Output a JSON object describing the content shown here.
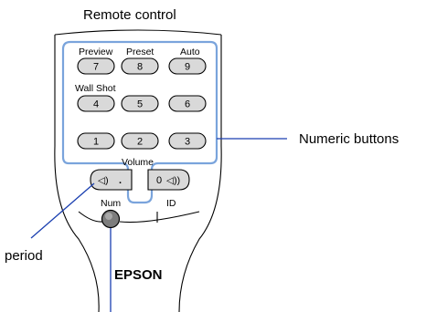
{
  "title": "Remote control",
  "callouts": {
    "numeric": "Numeric buttons",
    "period": "period"
  },
  "row1_labels": [
    "Preview",
    "Preset",
    "Auto"
  ],
  "row1_keys": [
    "7",
    "8",
    "9"
  ],
  "row2_labels": [
    "Wall Shot"
  ],
  "row2_keys": [
    "4",
    "5",
    "6"
  ],
  "row3_keys": [
    "1",
    "2",
    "3"
  ],
  "volume": {
    "label": "Volume",
    "left_icon": "speaker-down-icon",
    "left_symbol": "◁)",
    "period_symbol": ".",
    "zero": "0",
    "right_icon": "speaker-up-icon",
    "right_symbol": "◁))"
  },
  "num_label": "Num",
  "id_label": "ID",
  "brand": "EPSON",
  "colors": {
    "highlight": "#7aa4dc",
    "leader": "#1a3fb0",
    "key": "#d9d9d9"
  }
}
